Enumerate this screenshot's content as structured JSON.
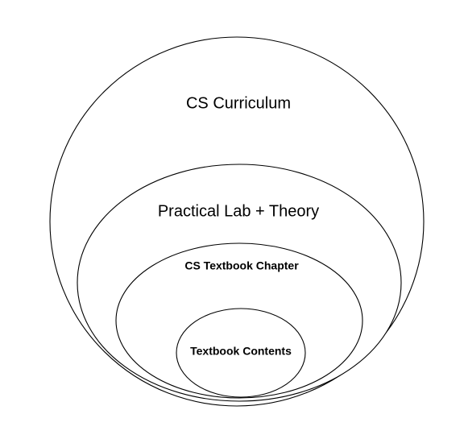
{
  "diagram": {
    "type": "nested-ellipses",
    "outer_label": "CS Curriculum",
    "second_label": "Practical Lab + Theory",
    "third_label": "CS Textbook Chapter",
    "inner_label": "Textbook Contents",
    "stroke_color": "#000000",
    "fill_color": "#ffffff"
  }
}
